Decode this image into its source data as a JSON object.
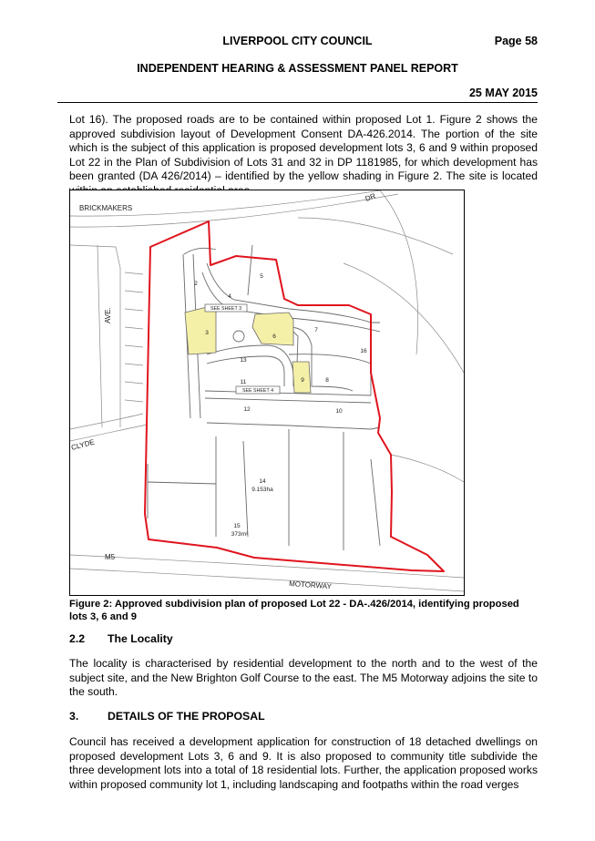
{
  "header": {
    "council": "LIVERPOOL CITY COUNCIL",
    "page": "Page 58",
    "report": "INDEPENDENT HEARING & ASSESSMENT PANEL REPORT",
    "date": "25 MAY 2015"
  },
  "intro_paragraph": "Lot 16). The proposed roads are to be contained within proposed Lot 1. Figure 2 shows the approved subdivision layout of Development Consent DA-426.2014. The portion of the site which is the subject of this application is proposed development lots 3, 6 and 9 within proposed Lot 22 in the Plan of Subdivision of Lots 31 and 32 in DP 1181985, for which development has been granted (DA 426/2014) – identified by the yellow shading in Figure 2. The site is located within an established residential area",
  "figure": {
    "street_labels": {
      "brickmakers": "BRICKMAKERS",
      "dr": "DR",
      "ave": "AVE.",
      "clyde": "CLYDE",
      "m5": "M5",
      "motorway": "MOTORWAY"
    },
    "lot_labels": [
      "2",
      "3",
      "4",
      "5",
      "6",
      "7",
      "8",
      "9",
      "10",
      "11",
      "12",
      "13",
      "14",
      "15",
      "16"
    ],
    "sheet_labels": [
      "SEE SHEET 3",
      "SEE SHEET 4"
    ],
    "area_14": "9.153ha",
    "area_15": "373m²",
    "colors": {
      "boundary": "#e0141e",
      "shading": "#f5f0a8",
      "linework": "#6a6a6a"
    }
  },
  "caption": "Figure 2: Approved subdivision plan of proposed Lot 22 - DA-.426/2014, identifying proposed lots 3, 6 and 9",
  "section_2_2": {
    "number": "2.2",
    "title": "The Locality"
  },
  "locality_paragraph": "The locality is characterised by residential development to the north and to the west of the subject site, and the New Brighton Golf Course to the east. The M5 Motorway adjoins the site to the south.",
  "section_3": {
    "number": "3.",
    "title": "DETAILS OF THE PROPOSAL"
  },
  "proposal_paragraph": "Council has received a development application for construction of 18 detached dwellings on proposed development Lots 3, 6 and 9. It is also proposed to community title subdivide the three development lots into a total of 18 residential lots. Further, the application proposed works within proposed community lot 1, including landscaping and footpaths within the road verges"
}
